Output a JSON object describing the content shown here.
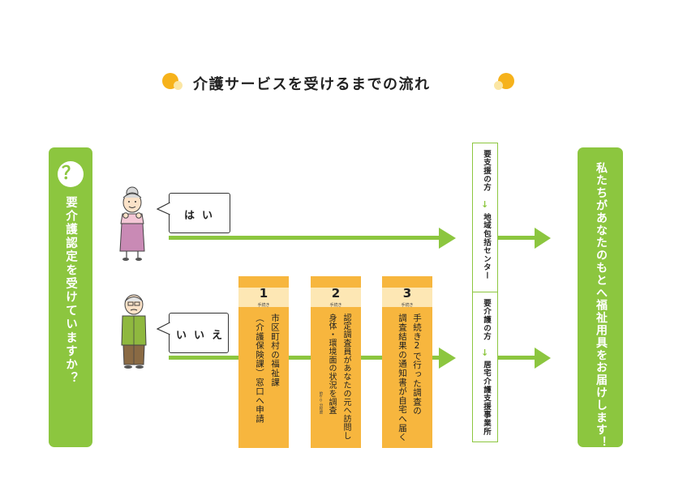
{
  "title": "介護サービスを受けるまでの流れ",
  "colors": {
    "green": "#8cc63f",
    "orange": "#f7b63e",
    "orange_light": "#fde7b4",
    "yellow_dot": "#f6b21b",
    "pale_dot": "#fbe6a4"
  },
  "left_panel": {
    "icon": "？",
    "text": "要介護認定を受けていますか？"
  },
  "answers": {
    "yes": "はい",
    "no": "いいえ"
  },
  "steps": [
    {
      "number": "1",
      "sub": "手続き",
      "lines": [
        "市区町村の福祉課",
        "（介護保険課）窓口へ申請"
      ],
      "note": ""
    },
    {
      "number": "2",
      "sub": "手続き",
      "lines": [
        "認定調査員があなたの元へ訪問し",
        "身体・環境面の状況を調査"
      ],
      "note": "約60分程度"
    },
    {
      "number": "3",
      "sub": "手続き",
      "lines": [
        "手続き2で行った調査の",
        "調査結果の通知書が自宅へ届く"
      ],
      "note": ""
    }
  ],
  "middle_box": {
    "top": {
      "line1": "要支援の方",
      "arrow": "↓",
      "line2": "地域包括センター"
    },
    "bottom": {
      "line1": "要介護の方",
      "arrow": "↓",
      "line2": "居宅介護支援事業所"
    }
  },
  "right_panel": {
    "text": "私たちがあなたのもとへ福祉用具をお届けします！"
  },
  "icons": [
    "elderly-woman-icon",
    "elderly-man-icon",
    "arrow-right-icon",
    "question-icon"
  ]
}
